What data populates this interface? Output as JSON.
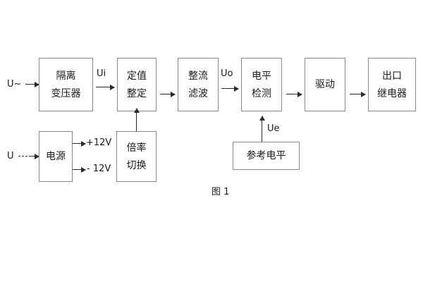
{
  "figure": {
    "caption": "图 1",
    "stroke_color": "#8a8a8a",
    "arrow_color": "#2b2b2b",
    "background": "#ffffff"
  },
  "inputs": {
    "ac_input": "U~",
    "dc_input": "U"
  },
  "signals": {
    "ui": "Ui",
    "uo": "Uo",
    "ue": "Ue"
  },
  "supply_rails": {
    "positive": "+12V",
    "negative": "- 12V"
  },
  "blocks": [
    {
      "id": "isolation-transformer",
      "line1": "隔离",
      "line2": "变压器"
    },
    {
      "id": "setting-value",
      "line1": "定值",
      "line2": "整定"
    },
    {
      "id": "rectify-filter",
      "line1": "整流",
      "line2": "滤波"
    },
    {
      "id": "level-detection",
      "line1": "电平",
      "line2": "检测"
    },
    {
      "id": "drive",
      "line1": "驱动",
      "line2": ""
    },
    {
      "id": "output-relay",
      "line1": "出口",
      "line2": "继电器"
    },
    {
      "id": "power-supply",
      "line1": "电源",
      "line2": ""
    },
    {
      "id": "multiplier-switch",
      "line1": "倍率",
      "line2": "切换"
    },
    {
      "id": "reference-level",
      "line1": "参考电平",
      "line2": ""
    }
  ]
}
